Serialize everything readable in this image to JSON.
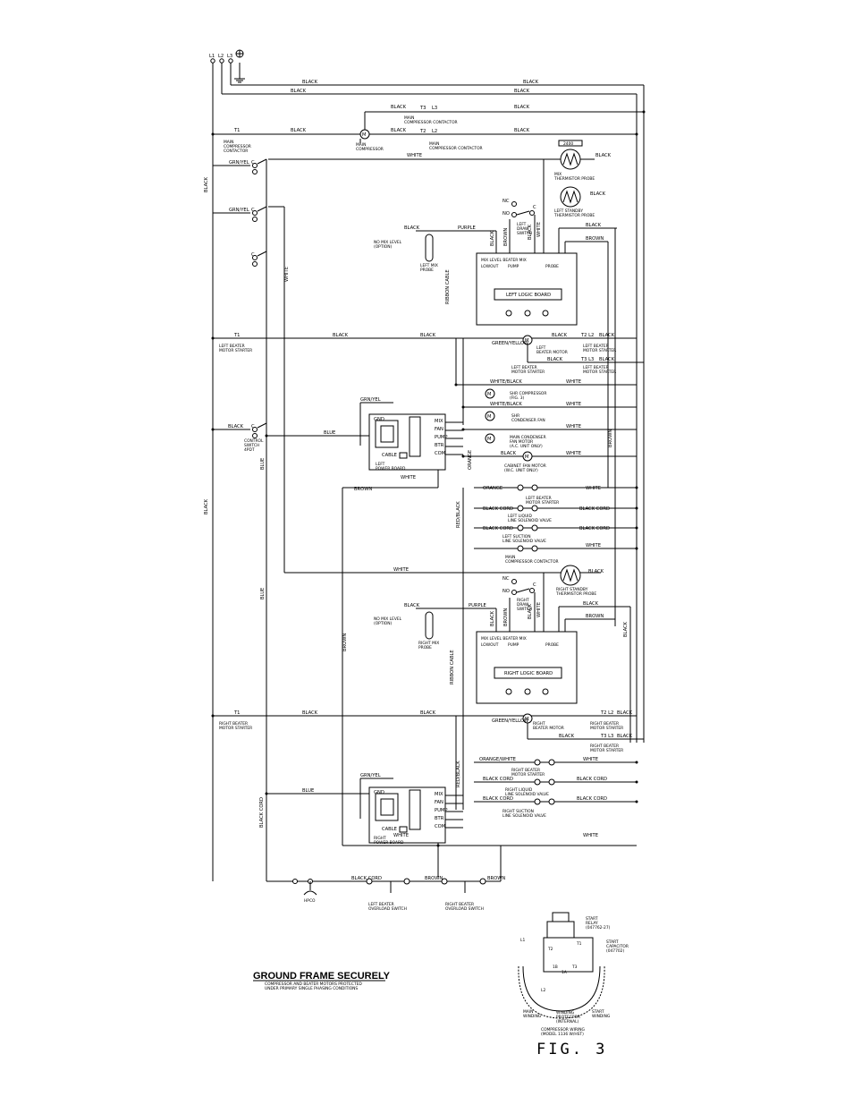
{
  "supply": {
    "l1": "L1",
    "l2": "L2",
    "l3": "L3"
  },
  "wire_colors": {
    "black": "BLACK",
    "white": "WHITE",
    "blue": "BLUE",
    "brown": "BROWN",
    "purple": "PURPLE",
    "orange": "ORANGE",
    "grn_yel": "GRN/YEL",
    "green_yellow": "GREEN/YELLOW",
    "white_black": "WHITE/BLACK",
    "orange_white": "ORANGE/WHITE",
    "black_cord": "BLACK CORD",
    "red_black": "RED/BLACK",
    "ribbon_cable": "RIBBON CABLE",
    "black_cord_v": "BLACK CORD"
  },
  "terminals": {
    "t1": "T1",
    "t2": "T2",
    "t3": "T3",
    "l2": "L2",
    "l3": "L3",
    "t2_l2": "T2 L2",
    "t3_l3": "T3 L3"
  },
  "top": {
    "main_contactor": "MAIN\nCOMPRESSOR CONTACTOR",
    "main_contactor_left": "MAIN\nCOMPRESSOR\nCONTACTOR",
    "main_compressor": "MAIN\nCOMPRESSOR",
    "mix_probe": "MIX\nTHERMISTOR PROBE",
    "left_standby_probe": "LEFT STANDBY\nTHERMISTOR PROBE",
    "left_draw_switch": "LEFT\nDRAW\nSWITCH",
    "no": "NO",
    "nc": "NC",
    "c": "C"
  },
  "left_logic": {
    "board": "LEFT LOGIC BOARD",
    "header": "MIX LEVEL  BEATER  MIX",
    "lowout": "LOWOUT",
    "pump": "PUMP",
    "probe": "PROBE",
    "mix_level_option": "NO MIX LEVEL\n(OPTION)",
    "mix_probe": "LEFT MIX\nPROBE"
  },
  "mid": {
    "left_beater_starter": "LEFT BEATER\nMOTOR STARTER",
    "left_beater_motor": "LEFT\nBEATER MOTOR",
    "shr_compressor": "SHR COMPRESSOR\n(FIG. 3)",
    "shr_condenser_fan": "SHR\nCONDENSER FAN",
    "main_condenser_fan": "MAIN CONDENSER\nFAN MOTOR\n(A.C. UNIT ONLY)",
    "cabinet_fan": "CABINET FAN MOTOR\n(W.C. UNIT ONLY)",
    "control_switch": "CONTROL\nSWITCH\n4PDT",
    "left_power_board": "LEFT\nPOWER BOARD",
    "cable": "CABLE",
    "gnd": "GND",
    "board_pins": [
      "MIX",
      "FAN",
      "PUMP",
      "BTR",
      "COM"
    ],
    "left_liquid": "LEFT LIQUID\nLINE SOLENOID VALVE",
    "left_suction": "LEFT SUCTION\nLINE SOLENOID VALVE",
    "main_contactor_coil": "MAIN\nCOMPRESSOR CONTACTOR"
  },
  "right_logic": {
    "board": "RIGHT LOGIC BOARD",
    "standby_probe": "RIGHT STANDBY\nTHERMISTOR PROBE",
    "draw_switch": "RIGHT\nDRAW\nSWITCH",
    "mix_probe": "RIGHT MIX\nPROBE"
  },
  "lower": {
    "right_beater_starter": "RIGHT BEATER\nMOTOR STARTER",
    "right_beater_motor": "RIGHT\nBEATER MOTOR",
    "right_liquid": "RIGHT LIQUID\nLINE SOLENOID VALVE",
    "right_suction": "RIGHT SUCTION\nLINE SOLENOID VALVE",
    "right_power_board": "RIGHT\nPOWER BOARD",
    "hpco": "HPCO",
    "left_overload": "LEFT BEATER\nOVERLOAD SWITCH",
    "right_overload": "RIGHT BEATER\nOVERLOAD SWITCH"
  },
  "notes": {
    "ground": "GROUND FRAME SECURELY",
    "protect": "COMPRESSOR AND BEATER  MOTORS PROTECTED\nUNDER PRIMARY SINGLE PHASING CONDITIONS"
  },
  "fig3": {
    "start_relay": "START\nRELAY\n(047762-27)",
    "start_capacitor": "START\nCAPACITOR\n(047702)",
    "main_winding": "MAIN\nWINDING",
    "winding_protector": "WINDING\nPROTECTOR\n(INTERNAL)",
    "start_winding": "START\nWINDING",
    "caption": "COMPRESSOR WIRING\n(MODEL 1136 W/HST)",
    "fig_label": "FIG. 3",
    "l1": "L1",
    "l2": "L2",
    "t1": "T1",
    "t2": "T2",
    "t3": "T3",
    "ia": "1A",
    "ib": "1B"
  }
}
